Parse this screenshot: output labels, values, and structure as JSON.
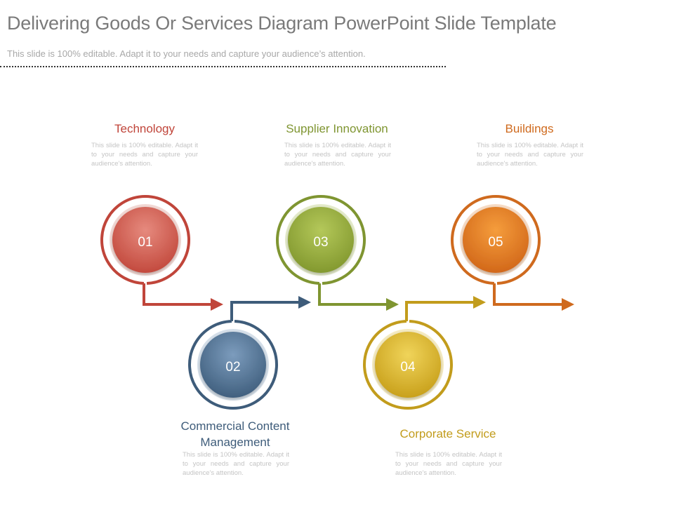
{
  "header": {
    "title": "Delivering Goods Or Services Diagram PowerPoint Slide Template",
    "subtitle": "This slide is 100% editable.  Adapt it to your needs and capture your audience’s attention."
  },
  "steps": [
    {
      "number": "01",
      "heading": "Technology",
      "description": "This slide is 100% editable. Adapt it to your needs and capture your audience's attention.",
      "color": "#c0453a",
      "color_light": "#e0786b"
    },
    {
      "number": "02",
      "heading": "Commercial Content Management",
      "description": "This slide is 100% editable. Adapt it to your needs and capture your audience's attention.",
      "color": "#3e5c7a",
      "color_light": "#6d8fb0"
    },
    {
      "number": "03",
      "heading": "Supplier Innovation",
      "description": "This slide is 100% editable. Adapt it to your needs and capture your audience's attention.",
      "color": "#7f9531",
      "color_light": "#a9bd4f"
    },
    {
      "number": "04",
      "heading": "Corporate Service",
      "description": "This slide is 100% editable. Adapt it to your needs and capture your audience's attention.",
      "color": "#c29c1c",
      "color_light": "#e7c53f"
    },
    {
      "number": "05",
      "heading": "Buildings",
      "description": "This slide is 100% editable. Adapt it to your needs and capture your audience's attention.",
      "color": "#cf6a1e",
      "color_light": "#f0922f"
    }
  ]
}
